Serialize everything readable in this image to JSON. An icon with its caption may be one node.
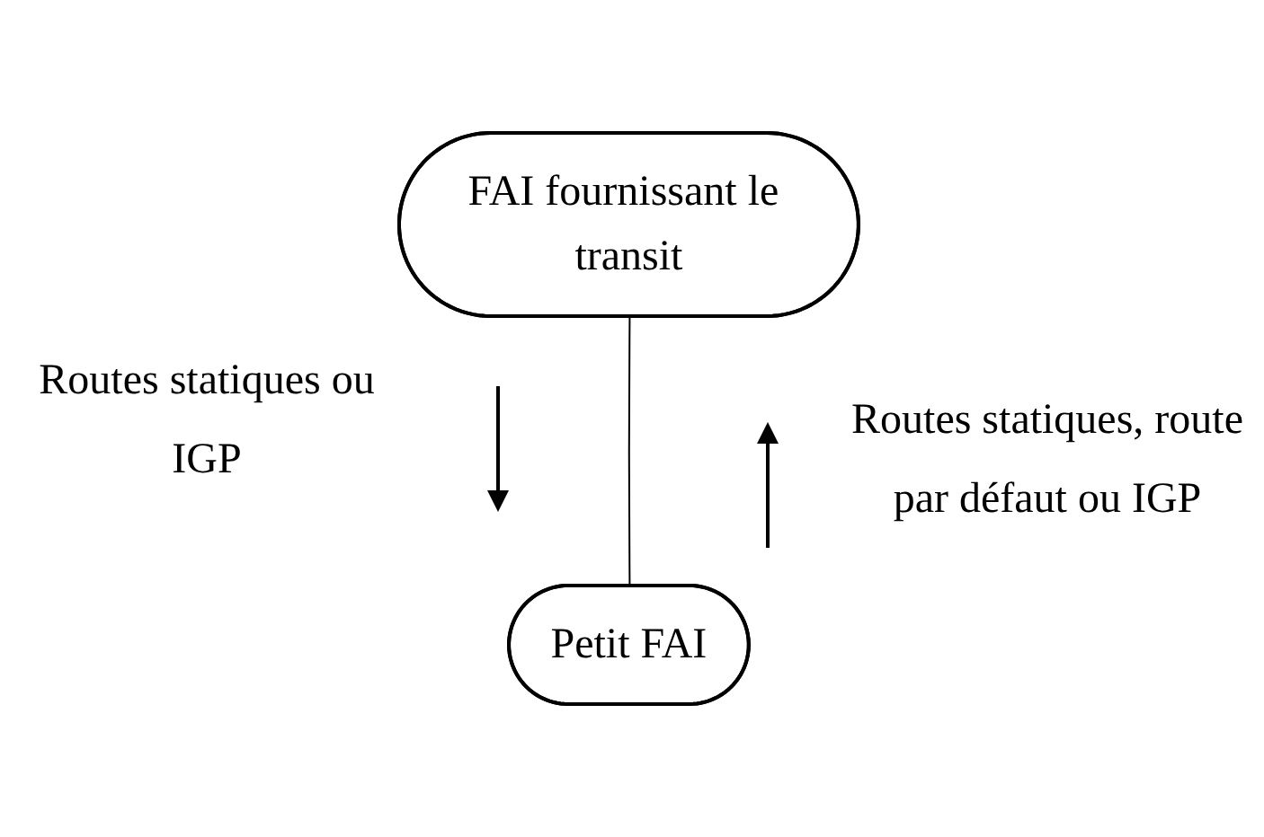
{
  "diagram": {
    "nodes": [
      {
        "text": [
          "FAI fournissant le transit"
        ]
      },
      {
        "text": [
          "Petit FAI"
        ]
      }
    ],
    "edges": [
      {
        "from": 0,
        "to": 1,
        "arrow": "none"
      }
    ],
    "labels": [
      "Routes statiques ou IGP",
      "Routes statiques, route par défaut ou IGP"
    ]
  }
}
